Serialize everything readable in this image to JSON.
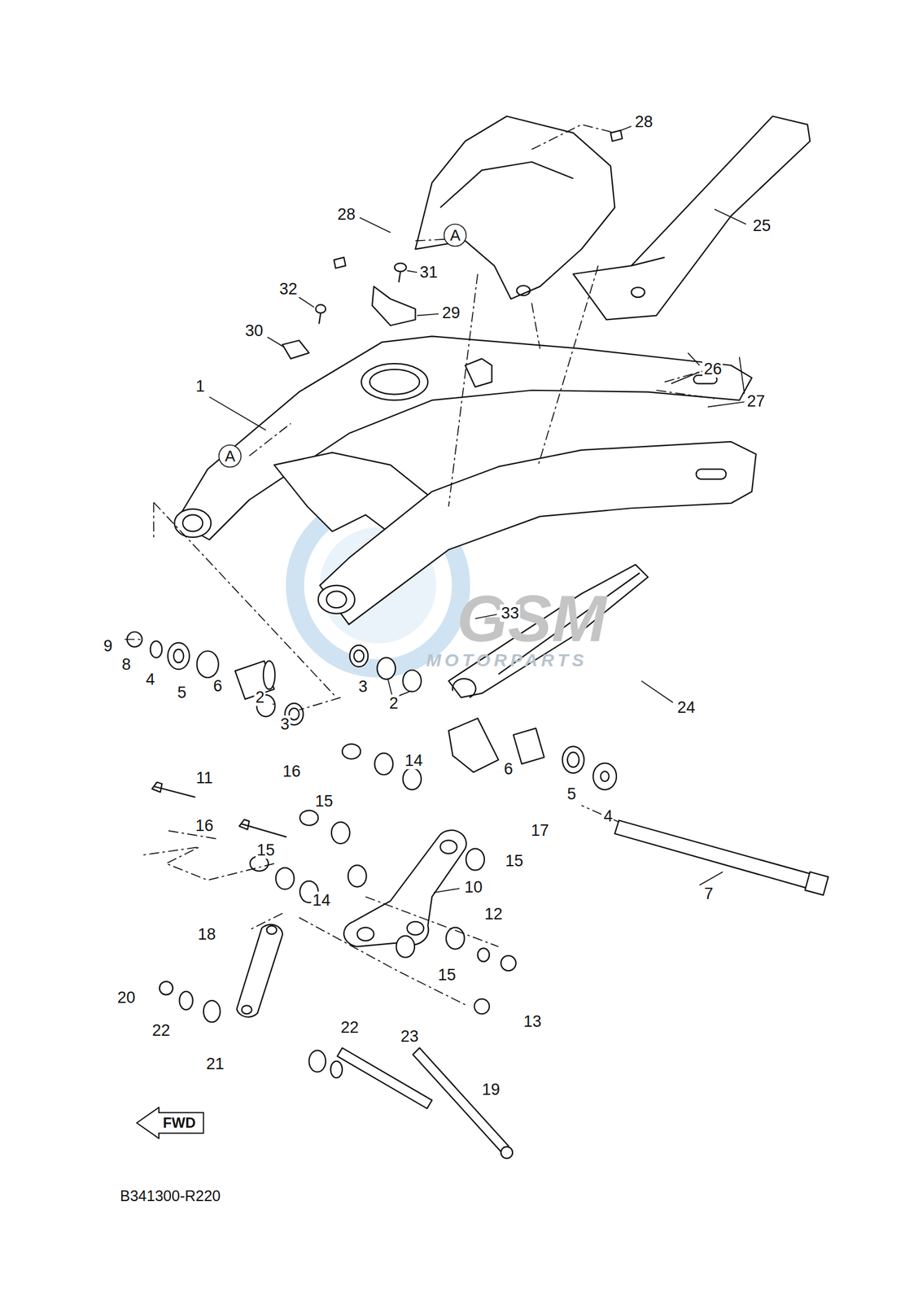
{
  "diagram": {
    "nodes": [
      {
        "text": [
          "A"
        ]
      },
      {
        "text": [
          "A"
        ]
      },
      {
        "text": [
          "FWD"
        ]
      }
    ],
    "labels": [
      "28",
      "28",
      "25",
      "31",
      "32",
      "29",
      "30",
      "26",
      "27",
      "1",
      "33",
      "9",
      "8",
      "4",
      "5",
      "6",
      "2",
      "3",
      "3",
      "2",
      "24",
      "16",
      "14",
      "11",
      "15",
      "6",
      "5",
      "4",
      "17",
      "16",
      "15",
      "15",
      "14",
      "10",
      "7",
      "12",
      "18",
      "15",
      "20",
      "22",
      "13",
      "22",
      "23",
      "21",
      "19",
      "B341300-R220",
      "GSM",
      "MOTORPARTS"
    ]
  }
}
